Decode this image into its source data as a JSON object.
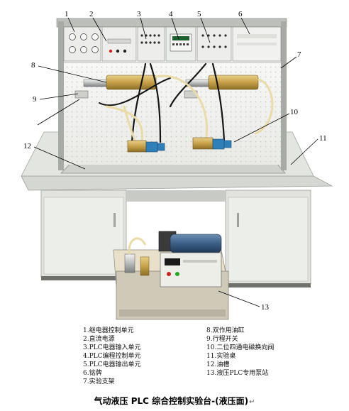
{
  "callouts": [
    "1",
    "2",
    "3",
    "4",
    "5",
    "6",
    "7",
    "8",
    "9",
    "10",
    "11",
    "12",
    "13"
  ],
  "legend_left": [
    "1.继电器控制单元",
    "2.直流电源",
    "3.PLC电器输入单元",
    "4.PLC编程控制单元",
    "5.PLC电器输出单元",
    "6.铭牌",
    "7.实验支架"
  ],
  "legend_right": [
    "8.双作用油缸",
    "9.行程开关",
    "10.二位四通电磁换向阀",
    "11.实验桌",
    "12.油槽",
    "13.液压PLC专用泵站"
  ],
  "caption": "气动液压 PLC 综合控制实验台-(液压面)",
  "caption_mark": "↵",
  "colors": {
    "panel": "#f2f3f1",
    "table_top": "#dfe1dc",
    "cabinet": "#e6e7e4",
    "valve_blue": "#2f7fb8",
    "cylinder_brass": "#c7a24a",
    "hose_black": "#151515"
  }
}
